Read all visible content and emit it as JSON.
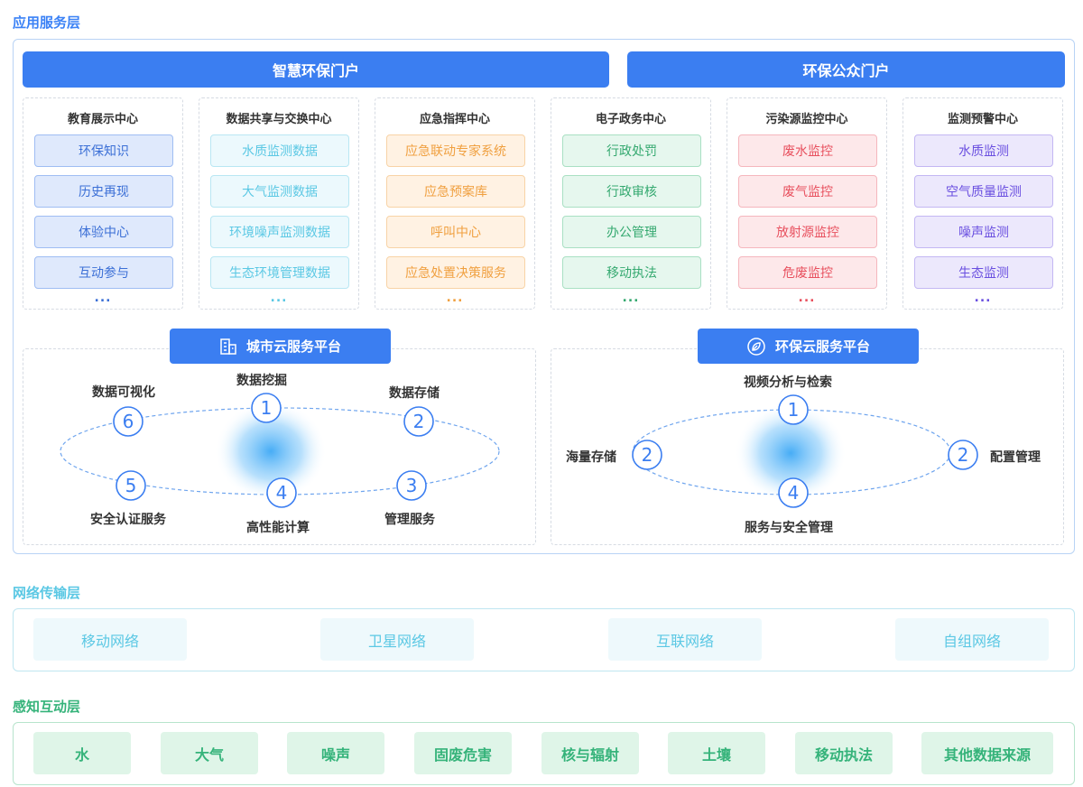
{
  "layers": {
    "application": "应用服务层",
    "network": "网络传输层",
    "perception": "感知互动层"
  },
  "portals": [
    "智慧环保门户",
    "环保公众门户"
  ],
  "centers": [
    {
      "title": "教育展示中心",
      "items": [
        "环保知识",
        "历史再现",
        "体验中心",
        "互动参与"
      ],
      "dots": "...",
      "bg": "#dfe9fc",
      "border": "#9fbdf3",
      "color": "#3b6fd6"
    },
    {
      "title": "数据共享与交换中心",
      "items": [
        "水质监测数据",
        "大气监测数据",
        "环境噪声监测数据",
        "生态环境管理数据"
      ],
      "dots": "...",
      "bg": "#ecf9fd",
      "border": "#b9e7f3",
      "color": "#5bc8e4"
    },
    {
      "title": "应急指挥中心",
      "items": [
        "应急联动专家系统",
        "应急预案库",
        "呼叫中心",
        "应急处置决策服务"
      ],
      "dots": "...",
      "bg": "#fff2e3",
      "border": "#f8d3a6",
      "color": "#f0a040"
    },
    {
      "title": "电子政务中心",
      "items": [
        "行政处罚",
        "行政审核",
        "办公管理",
        "移动执法"
      ],
      "dots": "...",
      "bg": "#e6f7ee",
      "border": "#a9e0c3",
      "color": "#35a970"
    },
    {
      "title": "污染源监控中心",
      "items": [
        "废水监控",
        "废气监控",
        "放射源监控",
        "危废监控"
      ],
      "dots": "...",
      "bg": "#fde8ea",
      "border": "#f5b6bd",
      "color": "#e8505e"
    },
    {
      "title": "监测预警中心",
      "items": [
        "水质监测",
        "空气质量监测",
        "噪声监测",
        "生态监测"
      ],
      "dots": "...",
      "bg": "#ece8fc",
      "border": "#c3b7f3",
      "color": "#6a4fe0"
    }
  ],
  "city_platform": {
    "title": "城市云服务平台",
    "icon": "building-icon",
    "nodes": [
      {
        "num": "1",
        "label": "数据挖掘"
      },
      {
        "num": "2",
        "label": "数据存储"
      },
      {
        "num": "3",
        "label": "管理服务"
      },
      {
        "num": "4",
        "label": "高性能计算"
      },
      {
        "num": "5",
        "label": "安全认证服务"
      },
      {
        "num": "6",
        "label": "数据可视化"
      }
    ]
  },
  "env_platform": {
    "title": "环保云服务平台",
    "icon": "leaf-icon",
    "nodes": [
      {
        "num": "1",
        "label": "视频分析与检索"
      },
      {
        "num": "2",
        "label": "配置管理"
      },
      {
        "num": "4",
        "label": "服务与安全管理"
      },
      {
        "num": "2",
        "label": "海量存储"
      }
    ]
  },
  "network_items": [
    "移动网络",
    "卫星网络",
    "互联网络",
    "自组网络"
  ],
  "perception_items": [
    "水",
    "大气",
    "噪声",
    "固废危害",
    "核与辐射",
    "土壤",
    "移动执法",
    "其他数据来源"
  ],
  "colors": {
    "primary": "#3b7ef1",
    "network": "#5bc8e4",
    "perception": "#35b37a"
  }
}
